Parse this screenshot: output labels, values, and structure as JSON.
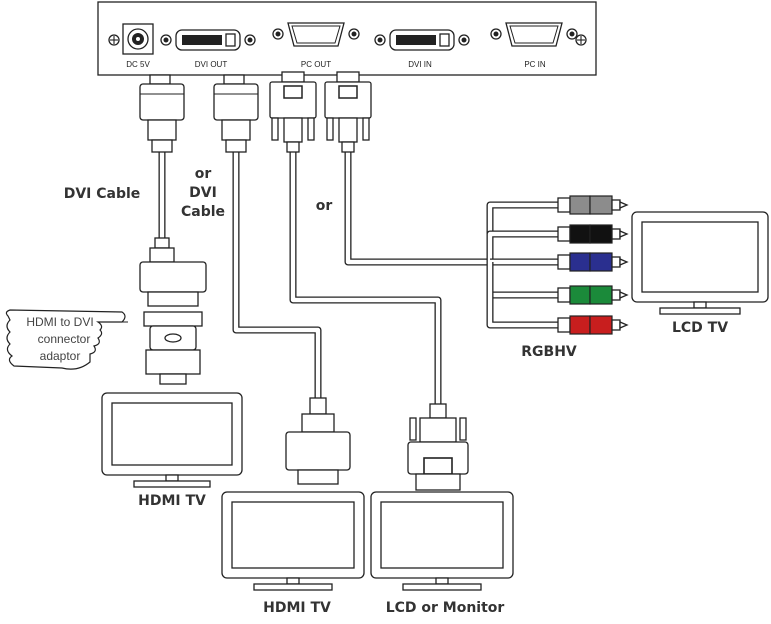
{
  "ports": {
    "dc_5v": "DC 5V",
    "dvi_out": "DVI OUT",
    "pc_out": "PC OUT",
    "dvi_in": "DVI IN",
    "pc_in": "PC IN"
  },
  "labels": {
    "dvi_cable": "DVI Cable",
    "or_top": "or",
    "dvi_cable_alt_line1": "DVI",
    "dvi_cable_alt_line2": "Cable",
    "or_middle": "or",
    "rgbhv": "RGBHV",
    "lcd_tv": "LCD TV",
    "hdmi_tv_left": "HDMI TV",
    "hdmi_tv_bottom": "HDMI TV",
    "lcd_or_monitor": "LCD or Monitor"
  },
  "callout": {
    "line1": "HDMI to DVI",
    "line2": "connector",
    "line3": "adaptor"
  },
  "colors": {
    "rca_gray": "#8c8c8c",
    "rca_black": "#111111",
    "rca_blue": "#2a2f8f",
    "rca_green": "#1b8a3a",
    "rca_red": "#c81e1e"
  }
}
